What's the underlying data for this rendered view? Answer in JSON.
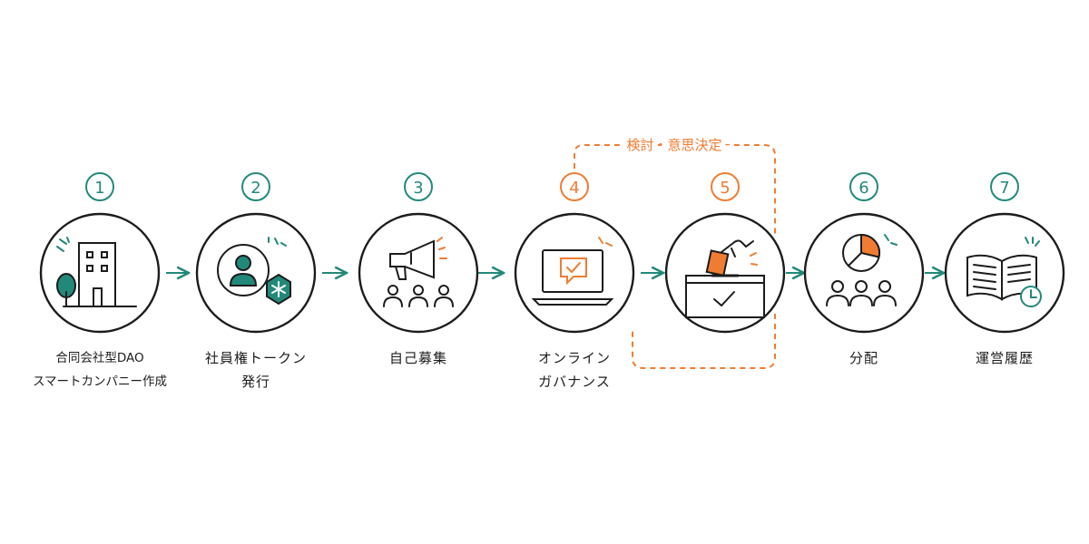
{
  "colors": {
    "teal": "#22897a",
    "orange": "#f07c33",
    "ink": "#1c1c1c"
  },
  "loop_label": "検討・意思決定",
  "steps": [
    {
      "number": "1",
      "line1": "合同会社型DAO",
      "line2": "スマートカンパニー作成",
      "accent": "teal",
      "icon": "building-tree-icon"
    },
    {
      "number": "2",
      "line1": "社員権トークン",
      "line2": "発行",
      "accent": "teal",
      "icon": "person-token-icon"
    },
    {
      "number": "3",
      "line1": "自己募集",
      "line2": "",
      "accent": "teal",
      "icon": "megaphone-people-icon"
    },
    {
      "number": "4",
      "line1": "オンライン",
      "line2": "ガバナンス",
      "accent": "orange",
      "icon": "laptop-chat-icon"
    },
    {
      "number": "5",
      "line1": "",
      "line2": "",
      "accent": "orange",
      "icon": "ballot-box-icon"
    },
    {
      "number": "6",
      "line1": "分配",
      "line2": "",
      "accent": "teal",
      "icon": "pie-people-icon"
    },
    {
      "number": "7",
      "line1": "運営履歴",
      "line2": "",
      "accent": "teal",
      "icon": "book-clock-icon"
    }
  ]
}
